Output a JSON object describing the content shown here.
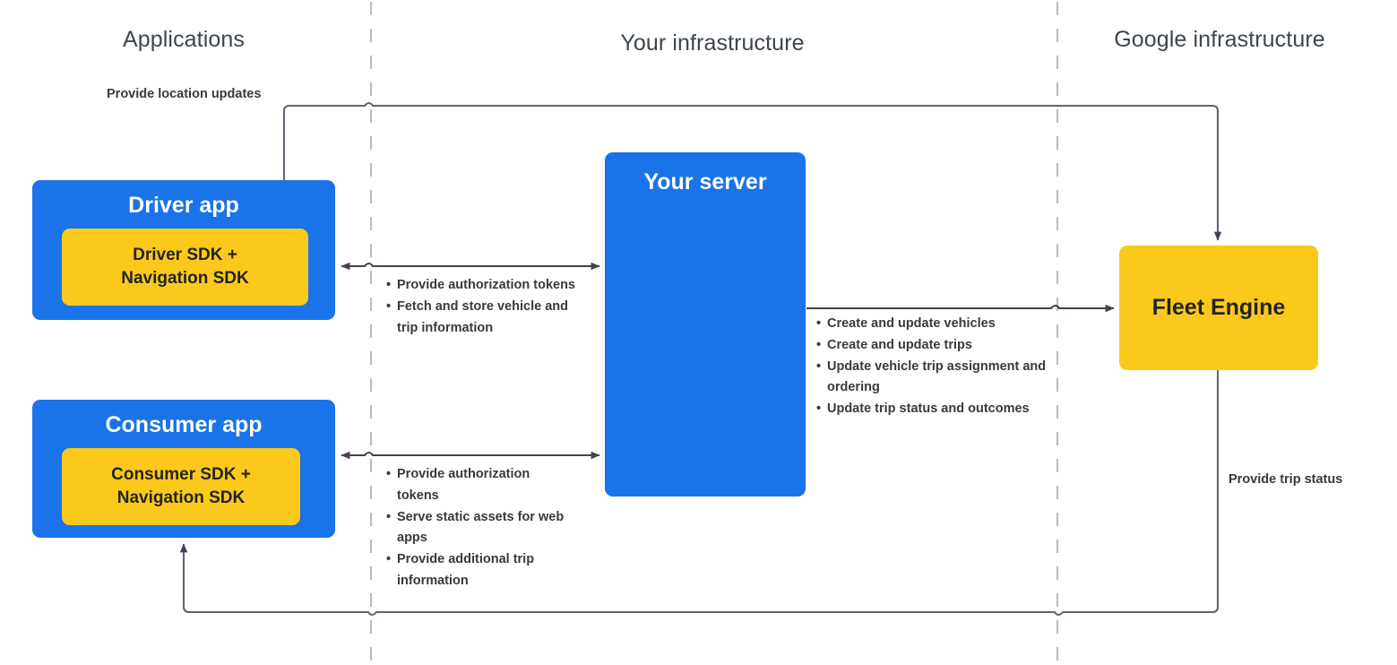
{
  "lanes": [
    {
      "id": "applications",
      "title": "Applications"
    },
    {
      "id": "your-infrastructure",
      "title": "Your infrastructure"
    },
    {
      "id": "google-infrastructure",
      "title": "Google infrastructure"
    }
  ],
  "nodes": {
    "driver_app": {
      "title": "Driver app",
      "sdk": "Driver SDK +\nNavigation SDK",
      "sdk_line1": "Driver SDK +",
      "sdk_line2": "Navigation SDK"
    },
    "consumer_app": {
      "title": "Consumer app",
      "sdk_line1": "Consumer SDK +",
      "sdk_line2": "Navigation SDK"
    },
    "your_server": {
      "title": "Your server"
    },
    "fleet_engine": {
      "title": "Fleet Engine"
    }
  },
  "edges": {
    "driver_to_fleet_engine": {
      "label": "Provide location updates"
    },
    "fleet_engine_to_consumer": {
      "label": "Provide trip status"
    },
    "driver_app_server": {
      "bullets": [
        "Provide authorization tokens",
        "Fetch and store vehicle and trip information"
      ]
    },
    "consumer_app_server": {
      "bullets": [
        "Provide authorization tokens",
        "Serve static assets for web apps",
        "Provide additional trip information"
      ]
    },
    "server_fleet_engine": {
      "bullets": [
        "Create and update vehicles",
        "Create and update trips",
        "Update vehicle trip assignment and ordering",
        "Update trip status and outcomes"
      ]
    }
  },
  "bullet_glyph": "•",
  "colors": {
    "app_blue": "#1a73e8",
    "sdk_yellow": "#fbc91b",
    "lane_title": "#3c4551",
    "label_text": "#3a3a3a",
    "wire": "#5f6673",
    "divider": "#b9bec7"
  }
}
